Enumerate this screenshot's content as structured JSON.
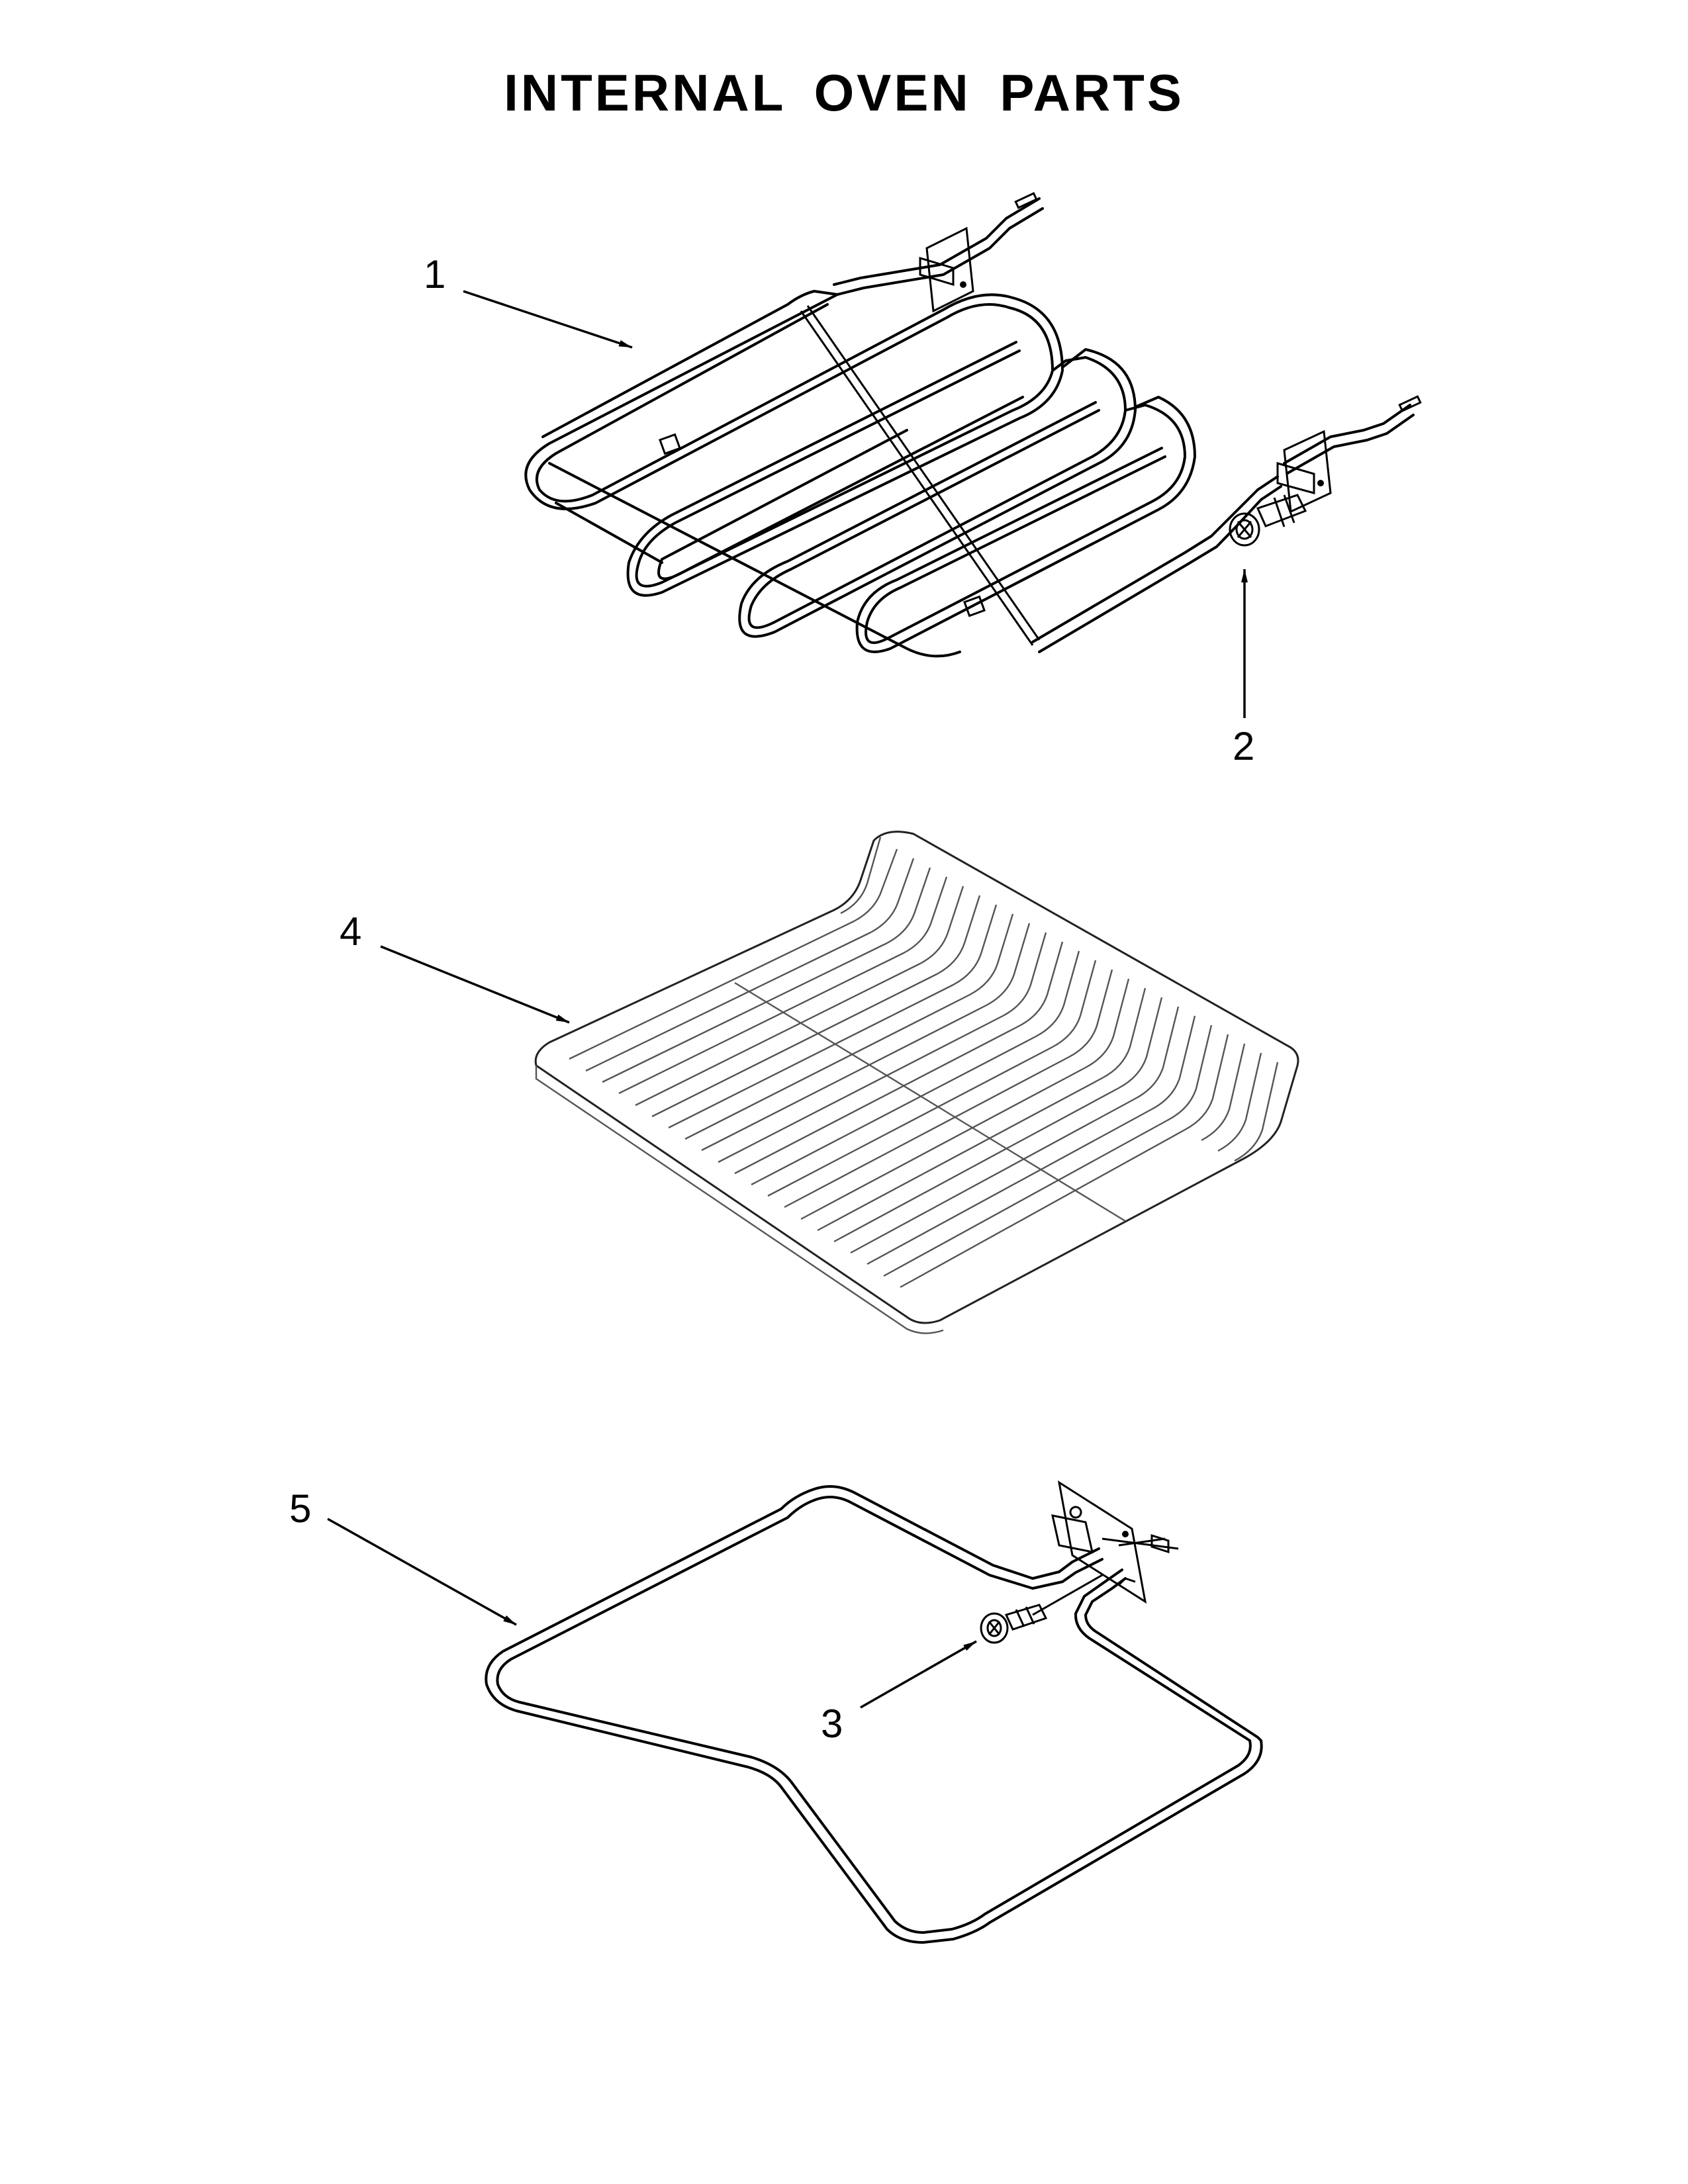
{
  "title": "INTERNAL OVEN PARTS",
  "callouts": {
    "p1": "1",
    "p2": "2",
    "p3": "3",
    "p4": "4",
    "p5": "5"
  }
}
